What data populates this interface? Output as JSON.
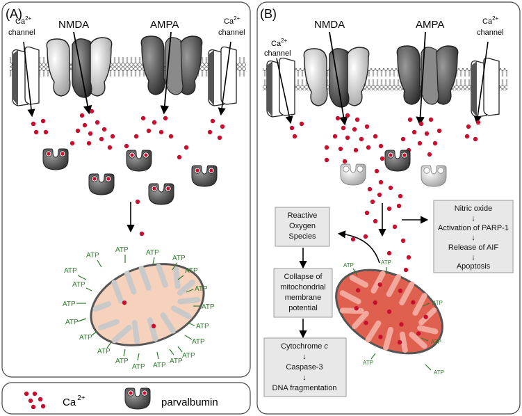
{
  "panel_a": {
    "label": "(A)",
    "nmda": "NMDA",
    "ampa": "AMPA",
    "ca_channel_left": {
      "line1": "Ca",
      "sup": "2+",
      "line2": "channel"
    },
    "ca_channel_right": {
      "line1": "Ca",
      "sup": "2+",
      "line2": "channel"
    },
    "atp_labels": [
      "ATP",
      "ATP",
      "ATP",
      "ATP",
      "ATP",
      "ATP",
      "ATP",
      "ATP",
      "ATP",
      "ATP",
      "ATP",
      "ATP",
      "ATP",
      "ATP",
      "ATP",
      "ATP",
      "ATP",
      "ATP",
      "ATP",
      "ATP"
    ]
  },
  "panel_b": {
    "label": "(B)",
    "nmda": "NMDA",
    "ampa": "AMPA",
    "ca_channel_left": {
      "line1": "Ca",
      "sup": "2+",
      "line2": "channel"
    },
    "ca_channel_right": {
      "line1": "Ca",
      "sup": "2+",
      "line2": "channel"
    },
    "ros_box": [
      "Reactive",
      "Oxygen",
      "Species"
    ],
    "collapse_box": [
      "Collapse of",
      "mitochondrial",
      "membrane",
      "potential"
    ],
    "cascade_box": {
      "line1": "Cytochrome ",
      "line1_italic": "c",
      "arrow": "↓",
      "line2": "Caspase-3",
      "line3": "DNA fragmentation"
    },
    "nitric_box": {
      "line1": "Nitric oxide",
      "line2": "Activation of PARP-1",
      "line3": "Release of AIF",
      "line4": "Apoptosis",
      "arrow": "↓"
    },
    "atp_labels": [
      "ATP",
      "ATP",
      "ATP",
      "ATP",
      "ATP",
      "ATP"
    ]
  },
  "legend": {
    "ca_label": "Ca",
    "ca_sup": "2+",
    "parvalbumin_label": "parvalbumin"
  },
  "colors": {
    "calcium": "#c8102e",
    "atp": "#2a7a2a",
    "mito_a_fill": "#f6d2bd",
    "mito_b_fill": "#e06050",
    "box_fill": "#e8e8e8"
  }
}
